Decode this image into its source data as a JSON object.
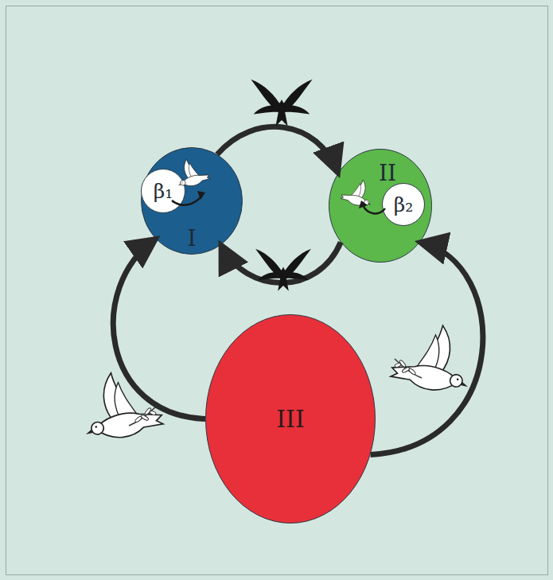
{
  "diagram": {
    "nodes": [
      {
        "text": [
          "I"
        ]
      },
      {
        "text": [
          "β₁"
        ],
        "in": 0
      },
      {
        "text": [
          "II"
        ]
      },
      {
        "text": [
          "β₂"
        ],
        "in": 2
      },
      {
        "text": [
          "III"
        ]
      }
    ],
    "edges": [
      {
        "from": 0,
        "to": 2,
        "arrow": "to"
      },
      {
        "from": 2,
        "to": 0,
        "arrow": "to"
      },
      {
        "from": 4,
        "to": 0,
        "arrow": "to"
      },
      {
        "from": 4,
        "to": 2,
        "arrow": "to"
      }
    ]
  }
}
